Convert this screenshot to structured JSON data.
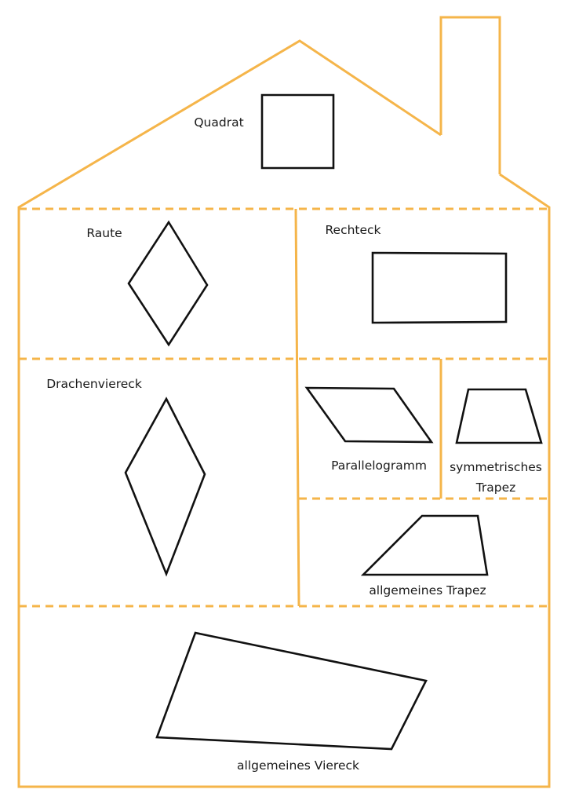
{
  "title": "Haus der Vierecke",
  "colors": {
    "house": "#f5b54a",
    "shapes": "#111111"
  },
  "labels": {
    "quadrat": "Quadrat",
    "raute": "Raute",
    "rechteck": "Rechteck",
    "drachenviereck": "Drachenviereck",
    "parallelogramm": "Parallelogramm",
    "symmetrisches_trapez_line1": "symmetrisches",
    "symmetrisches_trapez_line2": "Trapez",
    "allgemeines_trapez": "allgemeines Trapez",
    "allgemeines_viereck": "allgemeines Viereck"
  }
}
